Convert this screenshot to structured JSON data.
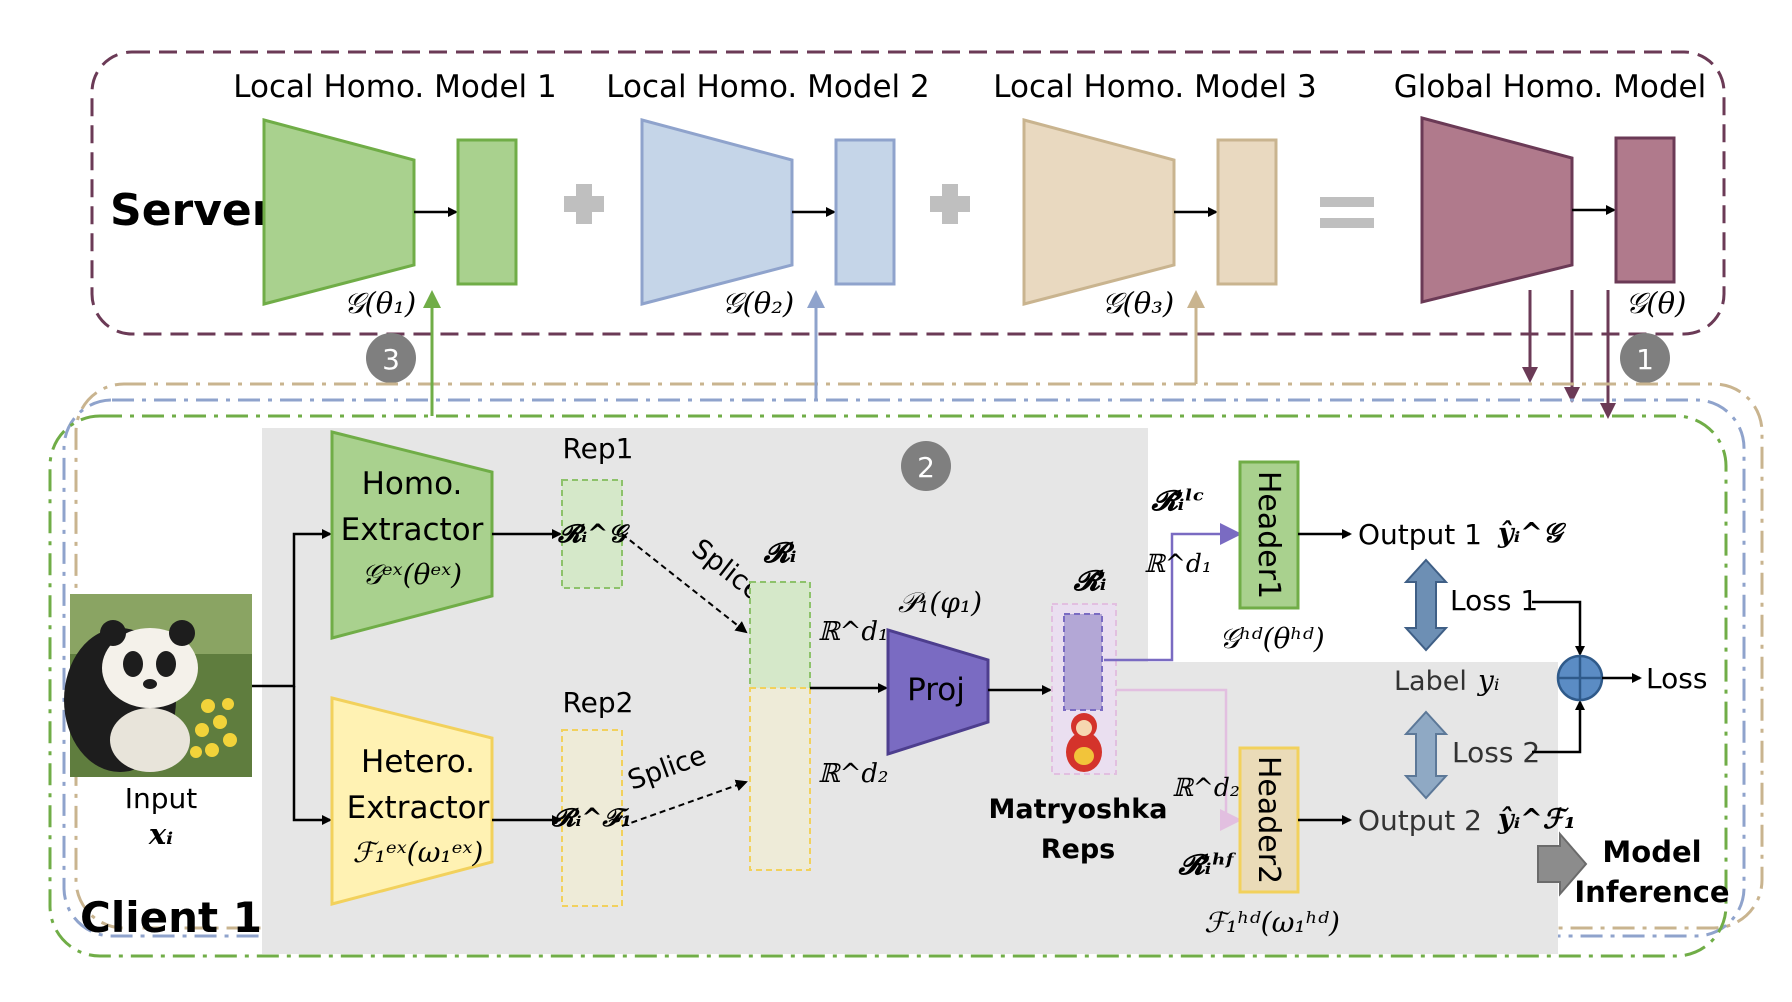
{
  "server": {
    "label": "Server",
    "models": [
      {
        "title": "Local Homo. Model 1",
        "param": "𝒢(θ₁)"
      },
      {
        "title": "Local Homo. Model 2",
        "param": "𝒢(θ₂)"
      },
      {
        "title": "Local Homo. Model 3",
        "param": "𝒢(θ₃)"
      },
      {
        "title": "Global Homo. Model",
        "param": "𝒢(θ)"
      }
    ]
  },
  "steps": {
    "one": "1",
    "two": "2",
    "three": "3"
  },
  "client": {
    "label": "Client 1",
    "input_label": "Input",
    "input_symbol": "𝒙ᵢ",
    "homo_extractor": {
      "line1": "Homo.",
      "line2": "Extractor",
      "param": "𝒢ᵉˣ(θᵉˣ)"
    },
    "hetero_extractor": {
      "line1": "Hetero.",
      "line2": "Extractor",
      "param": "ℱ₁ᵉˣ(ω₁ᵉˣ)"
    },
    "rep1": {
      "title": "Rep1",
      "symbol": "𝓡ᵢ^𝒢"
    },
    "rep2": {
      "title": "Rep2",
      "symbol": "𝓡ᵢ^ℱ₁"
    },
    "splice": "Splice",
    "concat": {
      "symbol": "𝓡ᵢ",
      "dim1": "ℝ^d₁",
      "dim2": "ℝ^d₂"
    },
    "proj": {
      "label": "Proj",
      "param": "𝒫₁(φ₁)"
    },
    "matryoshka": {
      "symbol": "𝓡̃ᵢ",
      "line1": "Matryoshka",
      "line2": "Reps"
    },
    "header1": {
      "label": "Header1",
      "rep": "𝓡̃ᵢˡᶜ",
      "dim": "ℝ^d₁",
      "param": "𝒢ʰᵈ(θʰᵈ)"
    },
    "header2": {
      "label": "Header2",
      "rep": "𝓡̃ᵢʰᶠ",
      "dim": "ℝ^d₂",
      "param": "ℱ₁ʰᵈ(ω₁ʰᵈ)"
    },
    "output1": {
      "label": "Output 1",
      "symbol": "ŷᵢ^𝒢"
    },
    "output2": {
      "label": "Output 2",
      "symbol": "ŷᵢ^ℱ₁"
    },
    "loss1": "Loss 1",
    "loss2": "Loss 2",
    "label_text": "Label",
    "label_symbol": "yᵢ",
    "loss": "Loss",
    "inference_line1": "Model",
    "inference_line2": "Inference"
  },
  "colors": {
    "green_fill": "#a9d18e",
    "green_stroke": "#70ad47",
    "blue_fill": "#c5d5e8",
    "blue_stroke": "#8fa3cc",
    "tan_fill": "#e9d9c0",
    "tan_stroke": "#c9b48f",
    "mauve_fill": "#b07a8c",
    "mauve_stroke": "#6b3a56",
    "yellow_fill": "#fff2b3",
    "yellow_stroke": "#f2d15c",
    "proj_fill": "#7a6bc2",
    "proj_stroke": "#4d3e8e",
    "server_border": "#6b3a56",
    "gray_bg": "#e6e6e6"
  }
}
